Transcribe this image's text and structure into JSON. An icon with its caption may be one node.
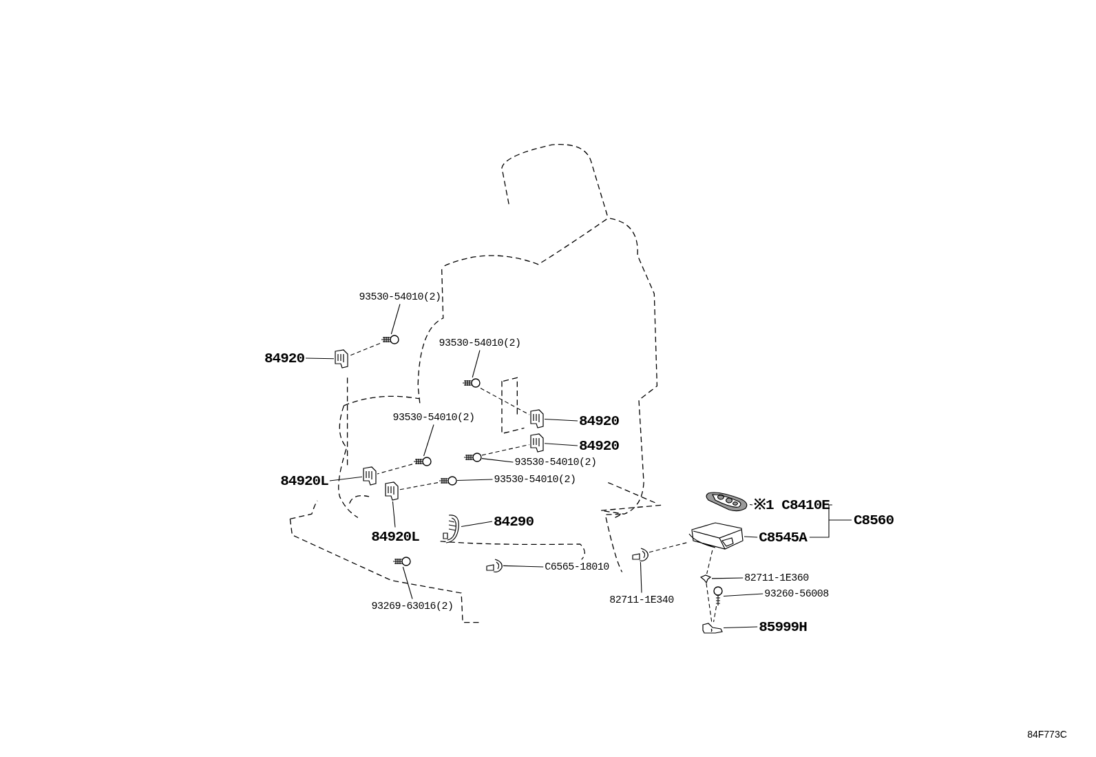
{
  "diagram": {
    "nodes": [
      {
        "text": [
          "93530-54010(2)"
        ]
      },
      {
        "text": [],
        "shape": "picture"
      },
      {
        "text": [
          "84920"
        ]
      },
      {
        "text": [],
        "shape": "picture"
      },
      {
        "text": [
          "93530-54010(2)"
        ]
      },
      {
        "text": [],
        "shape": "picture"
      },
      {
        "text": [
          "93530-54010(2)"
        ]
      },
      {
        "text": [],
        "shape": "picture"
      },
      {
        "text": [
          "84920"
        ]
      },
      {
        "text": [],
        "shape": "picture"
      },
      {
        "text": [
          "84920"
        ]
      },
      {
        "text": [],
        "shape": "picture"
      },
      {
        "text": [
          "93530-54010(2)"
        ]
      },
      {
        "text": [],
        "shape": "picture"
      },
      {
        "text": [
          "84920L"
        ]
      },
      {
        "text": [],
        "shape": "picture"
      },
      {
        "text": [
          "93530-54010(2)"
        ]
      },
      {
        "text": [],
        "shape": "picture"
      },
      {
        "text": [
          "84290"
        ]
      },
      {
        "text": [],
        "shape": "picture"
      },
      {
        "text": [
          "84920L"
        ]
      },
      {
        "text": [],
        "shape": "picture"
      },
      {
        "text": [
          "C6565-18010"
        ]
      },
      {
        "text": [],
        "shape": "picture"
      },
      {
        "text": [
          "93269-63016(2)"
        ]
      },
      {
        "text": [],
        "shape": "picture"
      },
      {
        "text": [
          "82711-1E340"
        ]
      },
      {
        "text": [],
        "shape": "picture"
      },
      {
        "text": [
          "※1 C8410E"
        ]
      },
      {
        "text": [],
        "shape": "picture"
      },
      {
        "text": [
          "C8545A"
        ]
      },
      {
        "text": [],
        "shape": "picture"
      },
      {
        "text": [
          "82711-1E360"
        ]
      },
      {
        "text": [],
        "shape": "picture"
      },
      {
        "text": [
          "93260-56008"
        ]
      },
      {
        "text": [],
        "shape": "picture"
      },
      {
        "text": [
          "85999H"
        ]
      },
      {
        "text": [],
        "shape": "picture"
      }
    ],
    "edges": [
      {
        "from": 0,
        "to": 1,
        "arrow": "none"
      },
      {
        "from": 2,
        "to": 3,
        "arrow": "none"
      },
      {
        "from": 4,
        "to": 5,
        "arrow": "none"
      },
      {
        "from": 6,
        "to": 7,
        "arrow": "none"
      },
      {
        "from": 8,
        "to": 9,
        "arrow": "none"
      },
      {
        "from": 10,
        "to": 11,
        "arrow": "none"
      },
      {
        "from": 12,
        "to": 13,
        "arrow": "none"
      },
      {
        "from": 14,
        "to": 15,
        "arrow": "none"
      },
      {
        "from": 16,
        "to": 17,
        "arrow": "none"
      },
      {
        "from": 18,
        "to": 19,
        "arrow": "none"
      },
      {
        "from": 20,
        "to": 21,
        "arrow": "none"
      },
      {
        "from": 22,
        "to": 23,
        "arrow": "none"
      },
      {
        "from": 24,
        "to": 25,
        "arrow": "none"
      },
      {
        "from": 26,
        "to": 27,
        "arrow": "none"
      },
      {
        "from": 28,
        "to": 29,
        "arrow": "none"
      },
      {
        "from": 30,
        "to": 31,
        "arrow": "none"
      },
      {
        "from": 32,
        "to": 33,
        "arrow": "none"
      },
      {
        "from": 34,
        "to": 35,
        "arrow": "none"
      },
      {
        "from": 36,
        "to": 37,
        "arrow": "none"
      },
      {
        "from": 1,
        "to": 3,
        "arrow": "none",
        "style": "dashed"
      },
      {
        "from": 5,
        "to": 9,
        "arrow": "none",
        "style": "dashed"
      },
      {
        "from": 13,
        "to": 11,
        "arrow": "none",
        "style": "dashed"
      },
      {
        "from": 7,
        "to": 15,
        "arrow": "none",
        "style": "dashed"
      },
      {
        "from": 17,
        "to": 21,
        "arrow": "none",
        "style": "dashed"
      },
      {
        "from": 27,
        "to": 31,
        "arrow": "none",
        "style": "dashed"
      },
      {
        "from": 31,
        "to": 33,
        "arrow": "none",
        "style": "dashed"
      },
      {
        "from": 33,
        "to": 37,
        "arrow": "none",
        "style": "dashed"
      },
      {
        "from": 35,
        "to": 37,
        "arrow": "none",
        "style": "dashed"
      }
    ],
    "labels": [
      "C8560",
      "84F773C"
    ]
  }
}
